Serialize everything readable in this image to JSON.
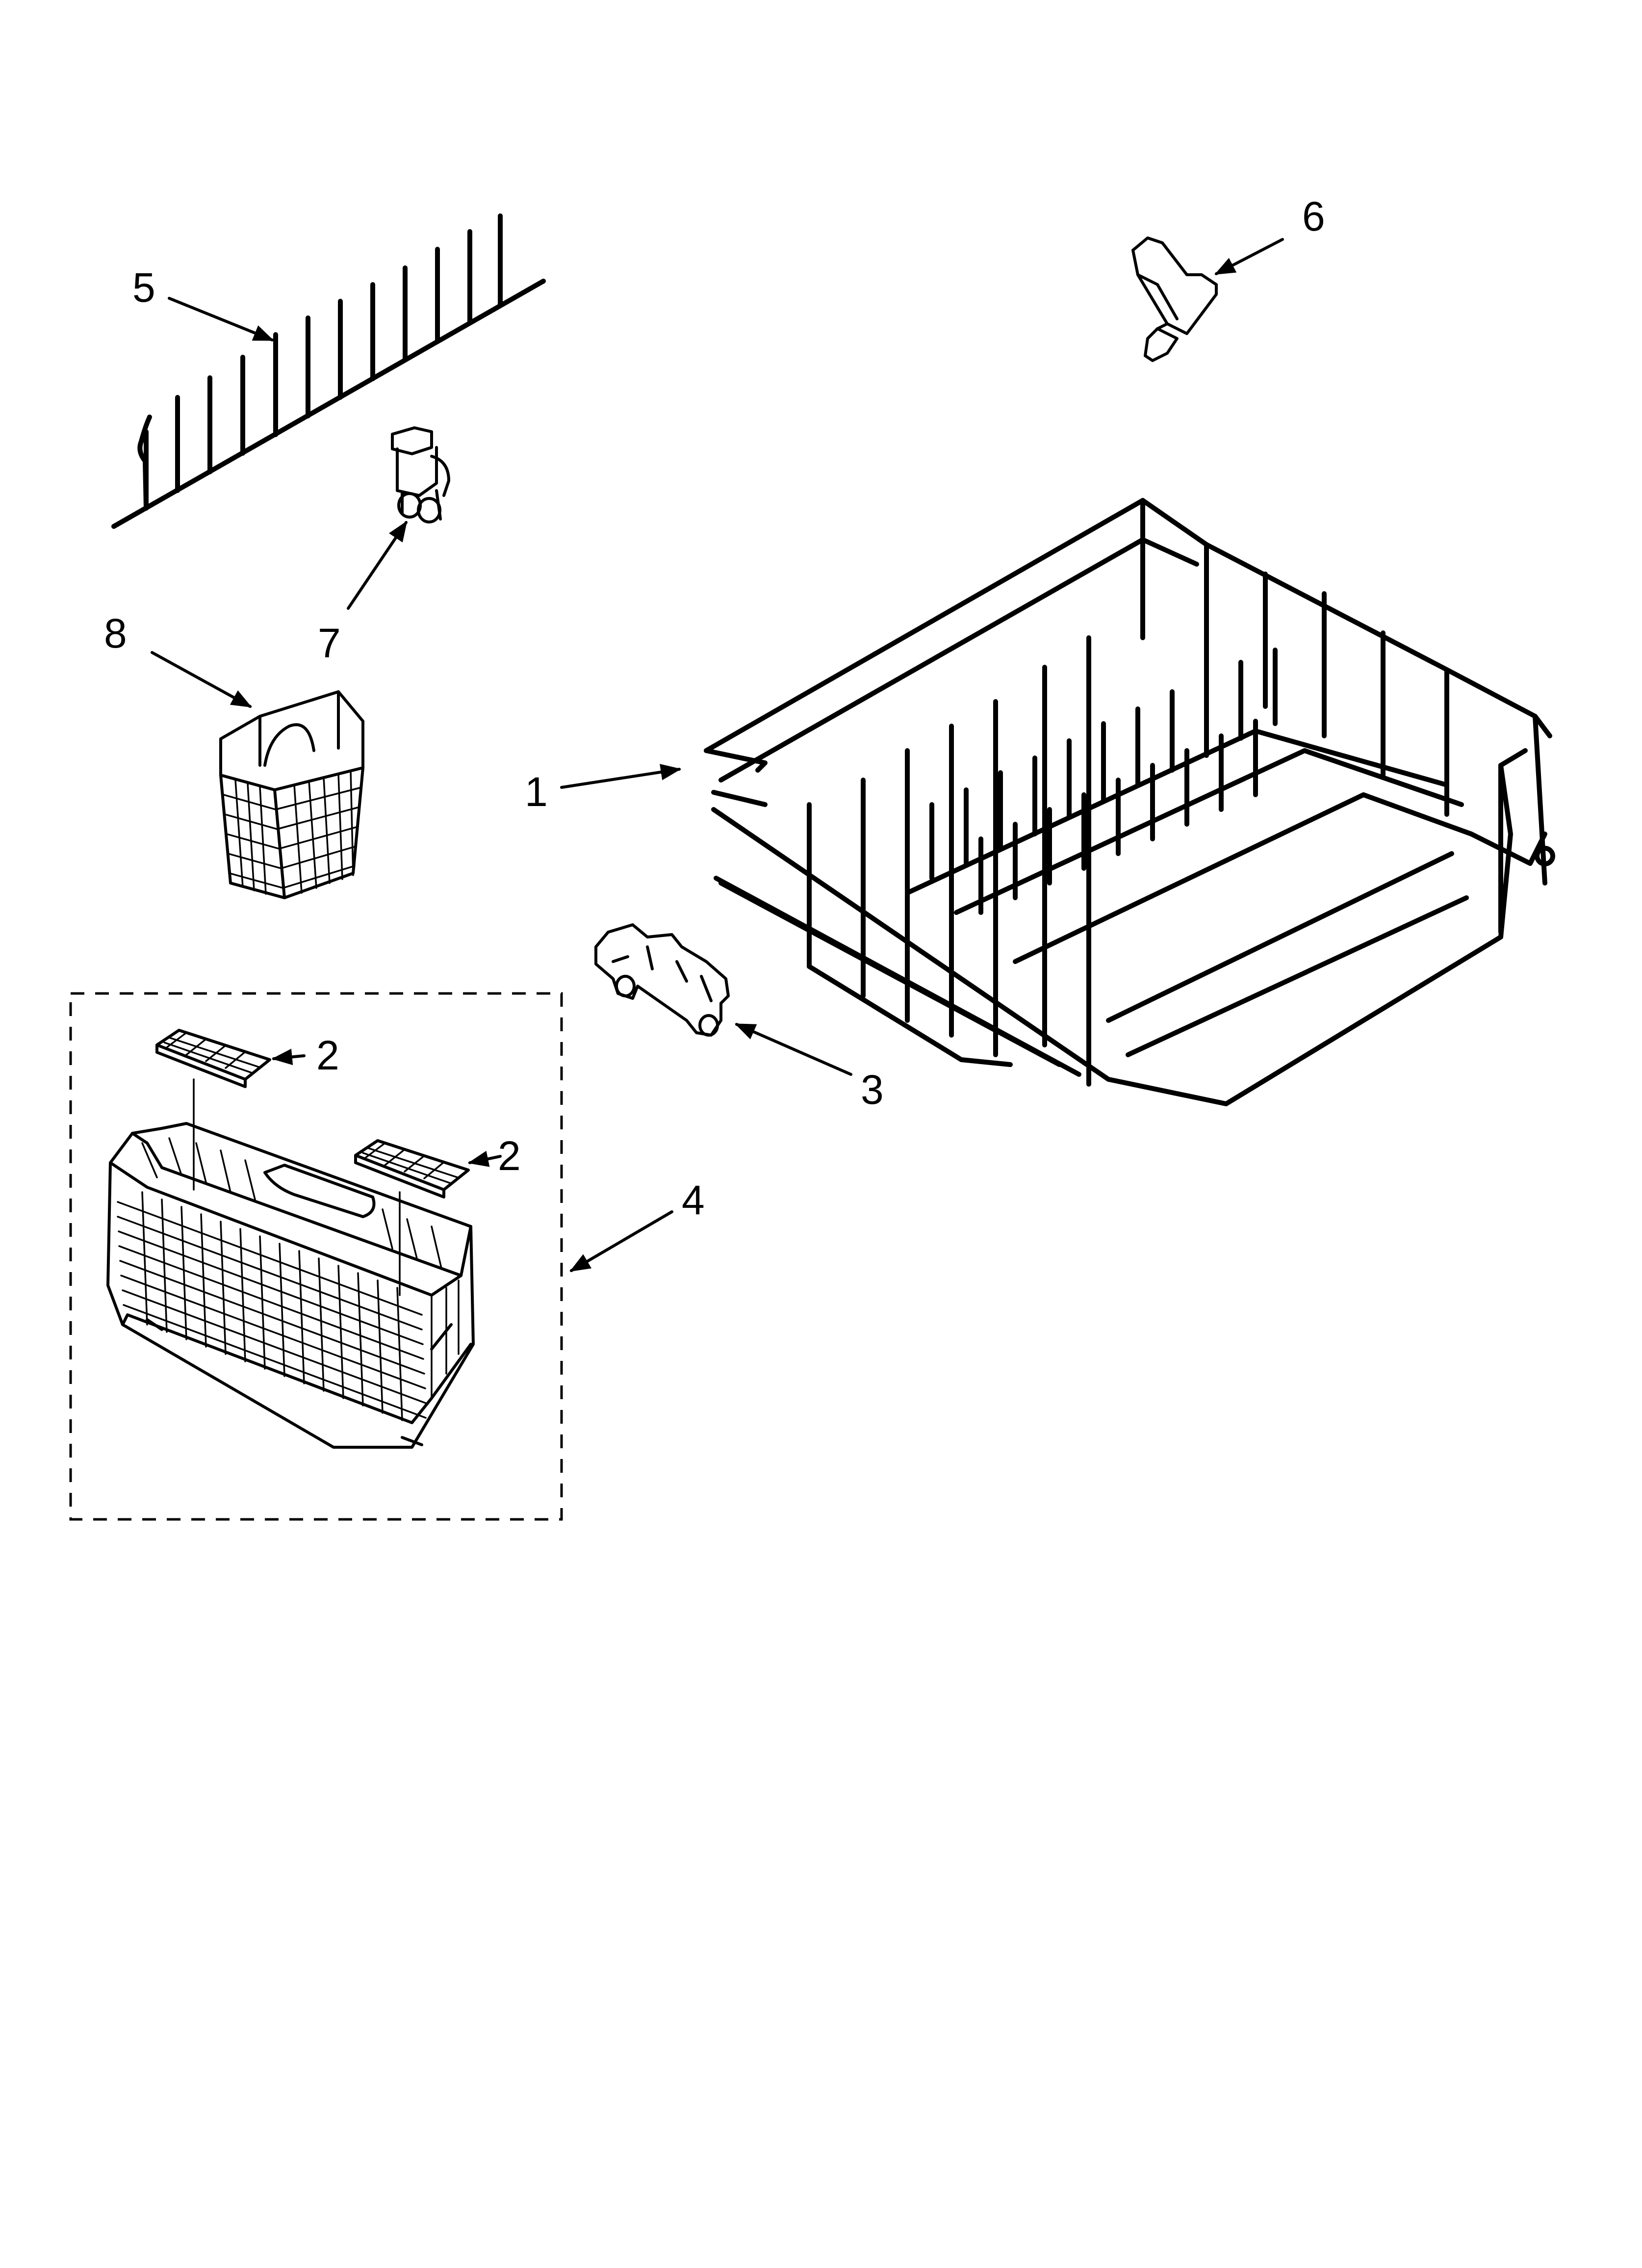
{
  "callouts": {
    "c1": "1",
    "c2a": "2",
    "c2b": "2",
    "c3": "3",
    "c4": "4",
    "c5": "5",
    "c6": "6",
    "c7": "7",
    "c8": "8"
  },
  "parts": [
    {
      "callout": "1",
      "icon": "lower-dishrack-icon"
    },
    {
      "callout": "2",
      "icon": "basket-lid-icon"
    },
    {
      "callout": "3",
      "icon": "rack-roller-clip-icon"
    },
    {
      "callout": "4",
      "icon": "silverware-basket-assembly-icon"
    },
    {
      "callout": "5",
      "icon": "tine-row-icon"
    },
    {
      "callout": "6",
      "icon": "tine-clip-icon"
    },
    {
      "callout": "7",
      "icon": "wheel-bracket-icon"
    },
    {
      "callout": "8",
      "icon": "utensil-basket-icon"
    }
  ],
  "colors": {
    "line": "#000000",
    "background": "#ffffff"
  }
}
